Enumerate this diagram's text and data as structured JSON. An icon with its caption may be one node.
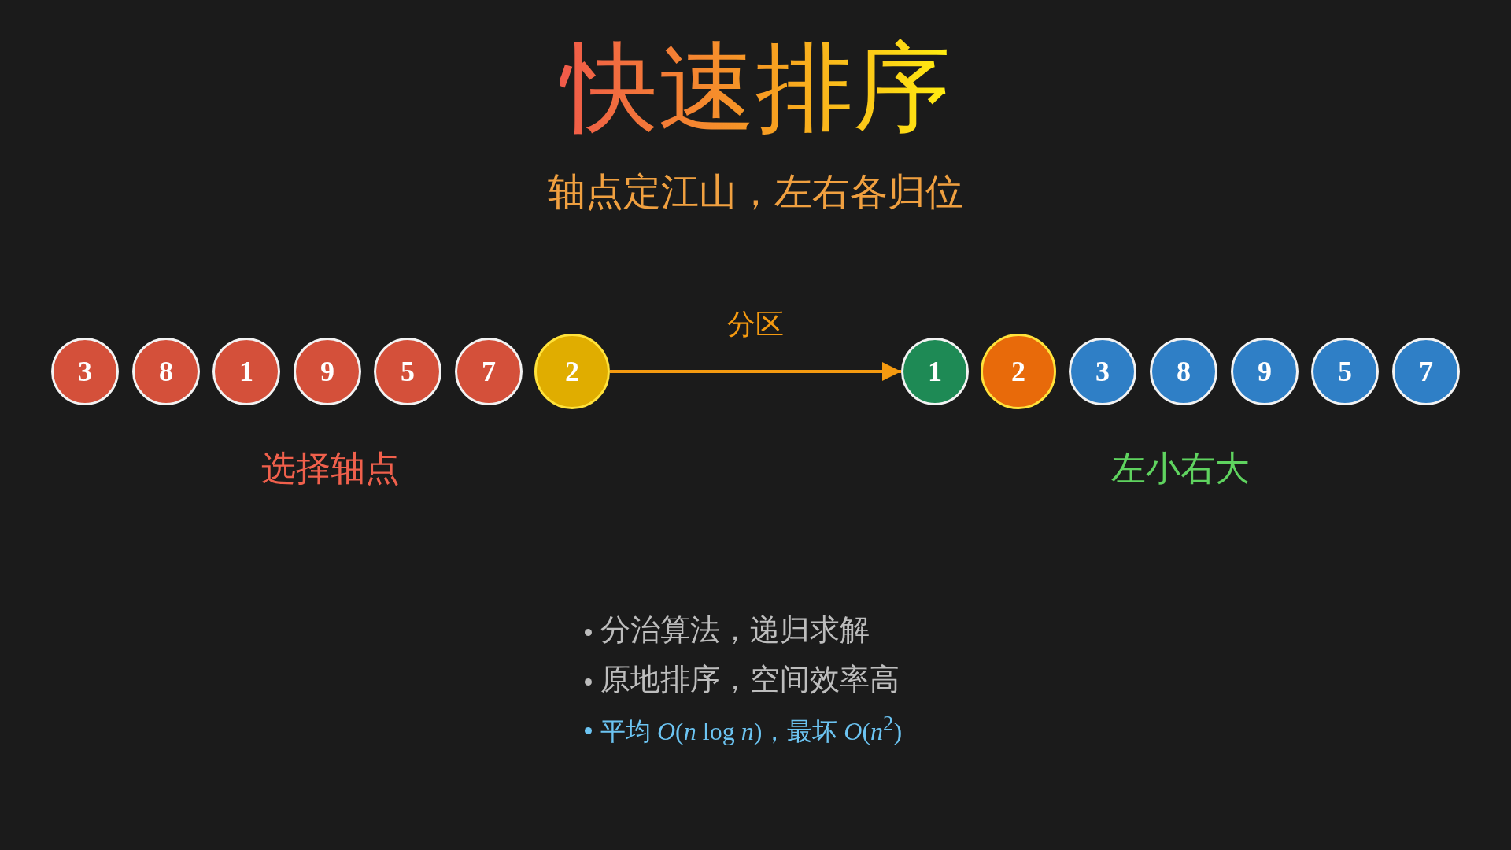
{
  "diagram": {
    "title": "快速排序",
    "nodes": [
      {
        "text": [
          "3"
        ]
      },
      {
        "text": [
          "8"
        ]
      },
      {
        "text": [
          "1"
        ]
      },
      {
        "text": [
          "9"
        ]
      },
      {
        "text": [
          "5"
        ]
      },
      {
        "text": [
          "7"
        ]
      },
      {
        "text": [
          "2"
        ]
      },
      {
        "text": [
          "1"
        ]
      },
      {
        "text": [
          "2"
        ]
      },
      {
        "text": [
          "3"
        ]
      },
      {
        "text": [
          "8"
        ]
      },
      {
        "text": [
          "9"
        ]
      },
      {
        "text": [
          "5"
        ]
      },
      {
        "text": [
          "7"
        ]
      }
    ],
    "edges": [
      {
        "from": 6,
        "to": 7,
        "arrow": "to",
        "label": "分区"
      }
    ],
    "labels": [
      "轴点定江山，左右各归位",
      "选择轴点",
      "左小右大",
      "分治算法，递归求解",
      "原地排序，空间效率高",
      "平均 *O*(*n* log *n*)，最坏 *O*(*n*$^{2}$)"
    ]
  }
}
